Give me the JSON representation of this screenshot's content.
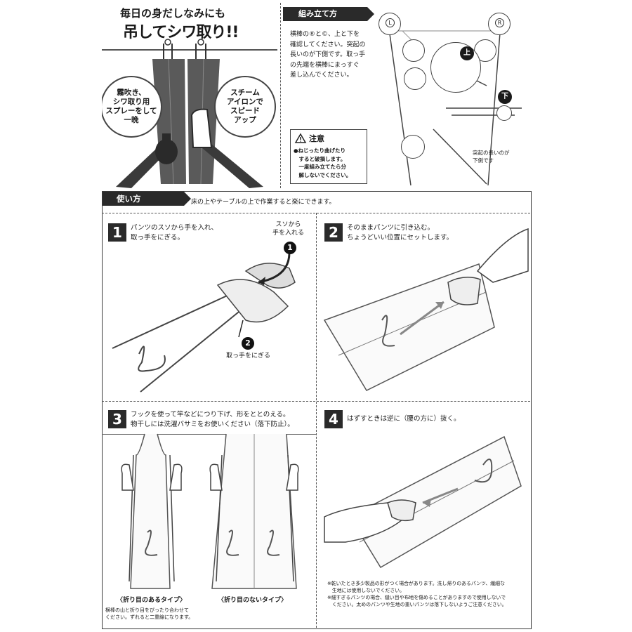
{
  "hero": {
    "subtitle": "毎日の身だしなみにも",
    "title": "吊してシワ取り!!",
    "bubble_left": "霧吹き、\nシワ取り用\nスプレーをして\n一晩",
    "bubble_right": "スチーム\nアイロンで\nスピード\nアップ"
  },
  "assembly": {
    "header": "組み立て方",
    "instructions": "横棒の®と©、上と下を\n確認してください。突起の\n長いのが下側です。取っ手\nの先端を横棒にまっすぐ\n差し込んでください。",
    "label_left_circle": "L",
    "label_right_circle": "R",
    "label_up": "上",
    "label_down": "下",
    "protrusion_note": "突起の長いのが\n下側です",
    "caution_title": "注意",
    "caution_text": "●ねじったり曲げたり\n　すると破損します。\n　一度組み立てたら分\n　解しないでください。"
  },
  "usage": {
    "header": "使い方",
    "intro": "床の上やテーブルの上で作業すると楽にできます。",
    "steps": [
      {
        "number": "1",
        "text": "パンツのスソから手を入れ、\n取っ手をにぎる。",
        "callout_1_num": "1",
        "callout_1": "スソから\n手を入れる",
        "callout_2_num": "2",
        "callout_2": "取っ手をにぎる"
      },
      {
        "number": "2",
        "text": "そのままパンツに引き込む。\nちょうどいい位置にセットします。"
      },
      {
        "number": "3",
        "text": "フックを使って竿などにつり下げ、形をととのえる。\n物干しには洗濯バサミをお使いください（落下防止）。",
        "caption_left": "〈折り目のあるタイプ〉",
        "caption_right": "〈折り目のないタイプ〉",
        "note": "横棒の山と折り目をぴったり合わせて\nください。ずれると二重線になります。"
      },
      {
        "number": "4",
        "text": "はずすときは逆に（腰の方に）抜く。"
      }
    ],
    "footnotes": "※乾いたとき多少製品の形がつく場合があります。洗し帰りのあるパンツ、繊細な\n　生地には使用しないでください。\n※細すぎるパンツの場合、縫い目や布地を傷めることがありますので使用しないで\n　ください。太めのパンツや生地の重いパンツは落下しないようご注意ください。"
  }
}
